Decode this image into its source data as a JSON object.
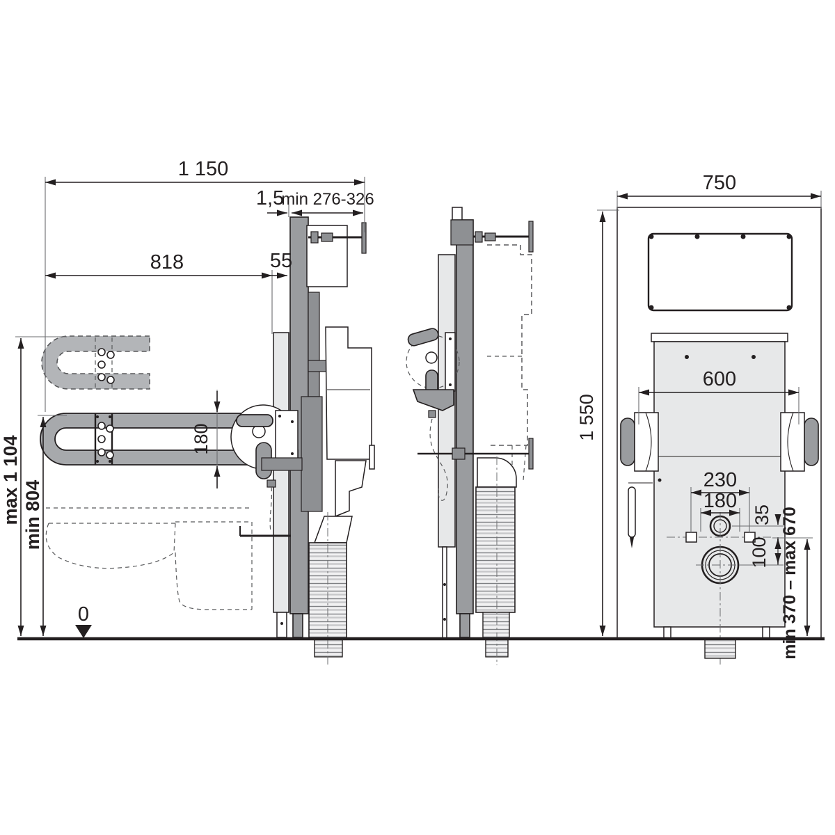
{
  "diagram": {
    "type": "technical installation drawing, WC mounting frame with folding grab bars, three views",
    "colors": {
      "line": "#231f20",
      "grab_bar_gray": "#a7a9ac",
      "frame_post_gray": "#9a9c9f",
      "panel_light_gray": "#e7e8e9",
      "background": "#ffffff"
    },
    "dimensions": {
      "total_depth": "1 150",
      "wall_gap": "1,5",
      "anchor_rod_range": "min 276-326",
      "grab_bar_length": "818",
      "frame_depth": "55",
      "bar_tube_spacing": "180",
      "bar_height_max": "max 1 104",
      "bar_height_min": "min 804",
      "floor_zero": "0",
      "frame_height": "1 550",
      "front_width": "750",
      "bar_mount_spacing": "600",
      "bolt_spacing_outer": "230",
      "bolt_spacing_inner": "180",
      "inlet_to_bolts": "35",
      "bolts_to_drain": "100",
      "drain_height_range": "min 370 – max 670"
    }
  }
}
